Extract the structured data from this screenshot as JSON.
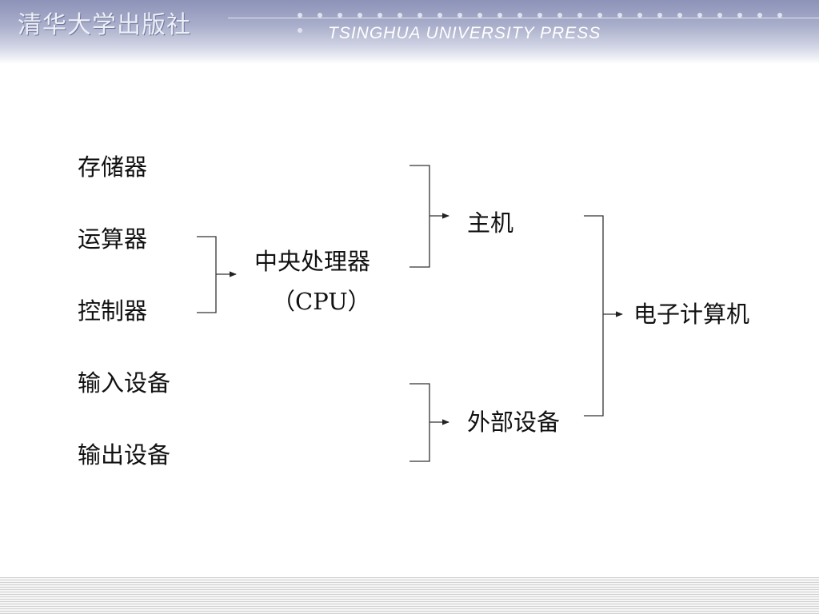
{
  "header": {
    "publisher_cn": "清华大学出版社",
    "publisher_en": "TSINGHUA UNIVERSITY PRESS"
  },
  "diagram": {
    "components": {
      "memory": "存储器",
      "alu": "运算器",
      "controller": "控制器",
      "input_device": "输入设备",
      "output_device": "输出设备"
    },
    "cpu": {
      "line1": "中央处理器",
      "line2": "（CPU）"
    },
    "host": "主机",
    "peripherals": "外部设备",
    "computer": "电子计算机"
  }
}
